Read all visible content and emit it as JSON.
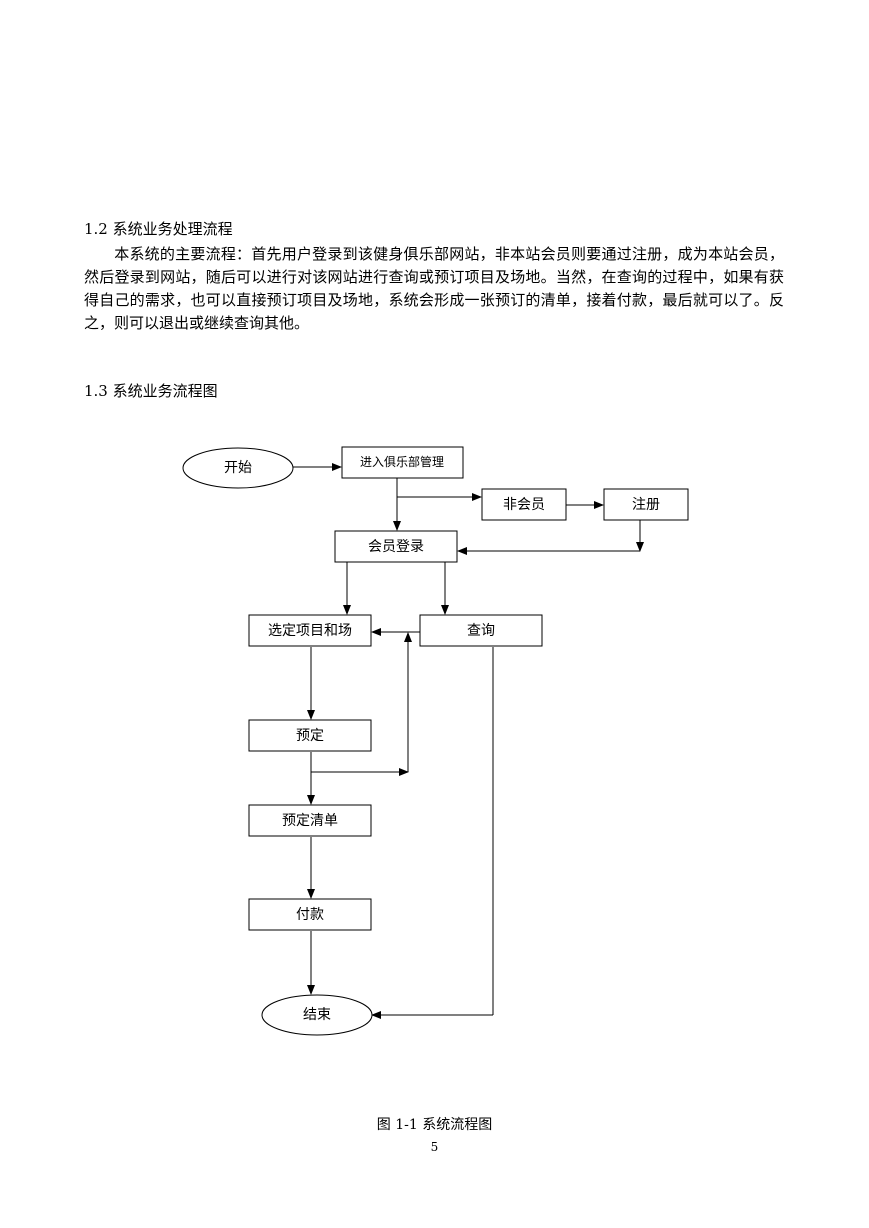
{
  "section_1_2": {
    "heading": "1.2  系统业务处理流程",
    "body": "本系统的主要流程：首先用户登录到该健身俱乐部网站，非本站会员则要通过注册，成为本站会员，然后登录到网站，随后可以进行对该网站进行查询或预订项目及场地。当然，在查询的过程中，如果有获得自己的需求，也可以直接预订项目及场地，系统会形成一张预订的清单，接着付款，最后就可以了。反之，则可以退出或继续查询其他。"
  },
  "section_1_3": {
    "heading": "1.3  系统业务流程图"
  },
  "flowchart": {
    "start": "开始",
    "enter_club": "进入俱乐部管理",
    "non_member": "非会员",
    "register": "注册",
    "member_login": "会员登录",
    "select_items": "选定项目和场",
    "query": "查询",
    "book": "预定",
    "booking_list": "预定清单",
    "pay": "付款",
    "end": "结束"
  },
  "caption": "图 1-1  系统流程图",
  "page_number": "5"
}
